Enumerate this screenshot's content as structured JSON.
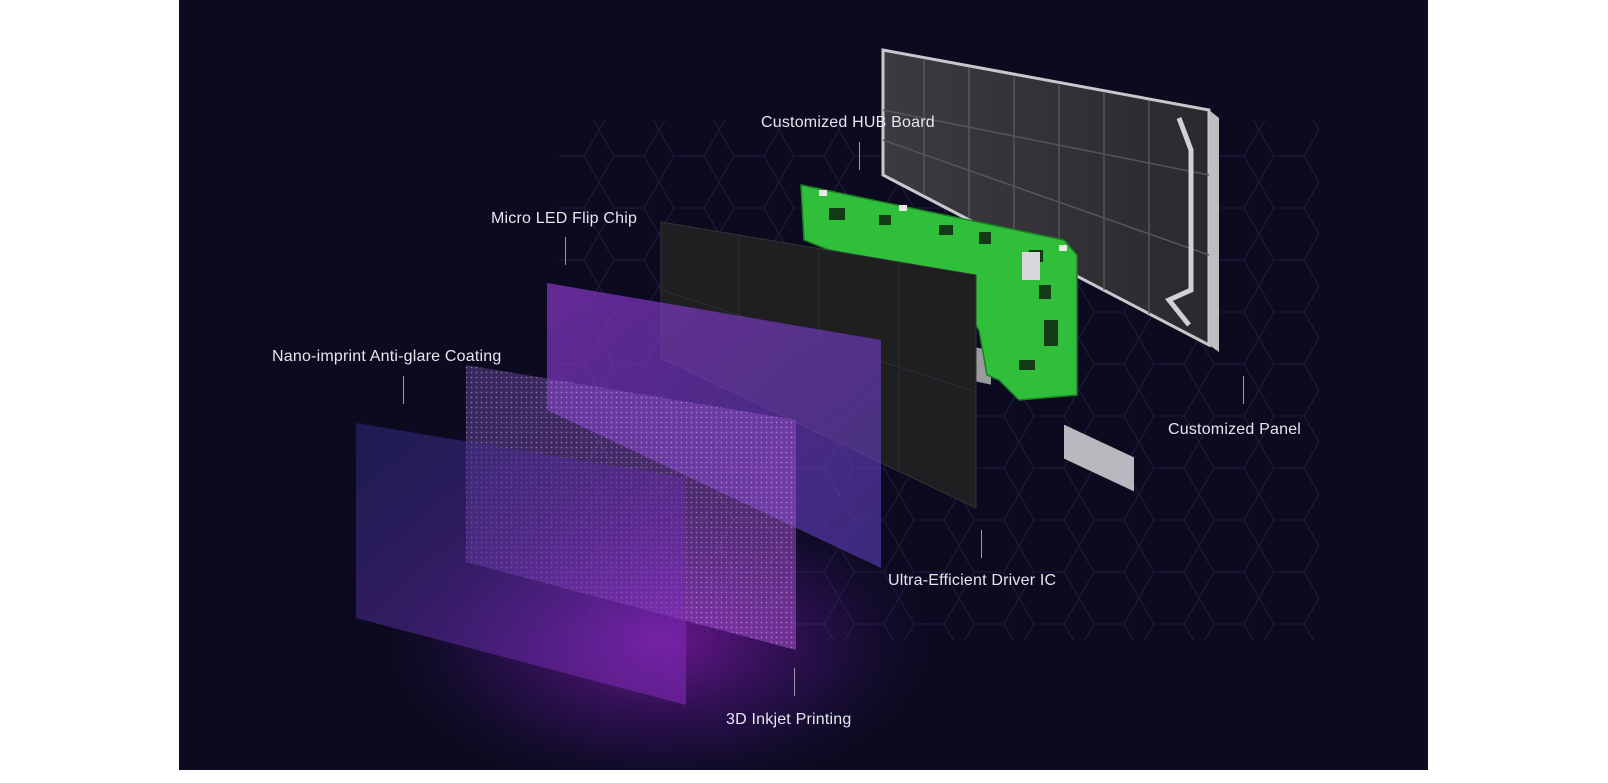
{
  "labels": {
    "hub_board": "Customized HUB Board",
    "flip_chip": "Micro LED Flip Chip",
    "anti_glare": "Nano-imprint Anti-glare Coating",
    "panel": "Customized Panel",
    "driver_ic": "Ultra-Efficient Driver IC",
    "inkjet": "3D Inkjet Printing"
  },
  "colors": {
    "background": "#0b0a1f",
    "accent_purple": "#9b3fd6",
    "pcb_green": "#2fbf3a",
    "module_black": "#1f1f22",
    "label_text": "#e6e6ef"
  }
}
